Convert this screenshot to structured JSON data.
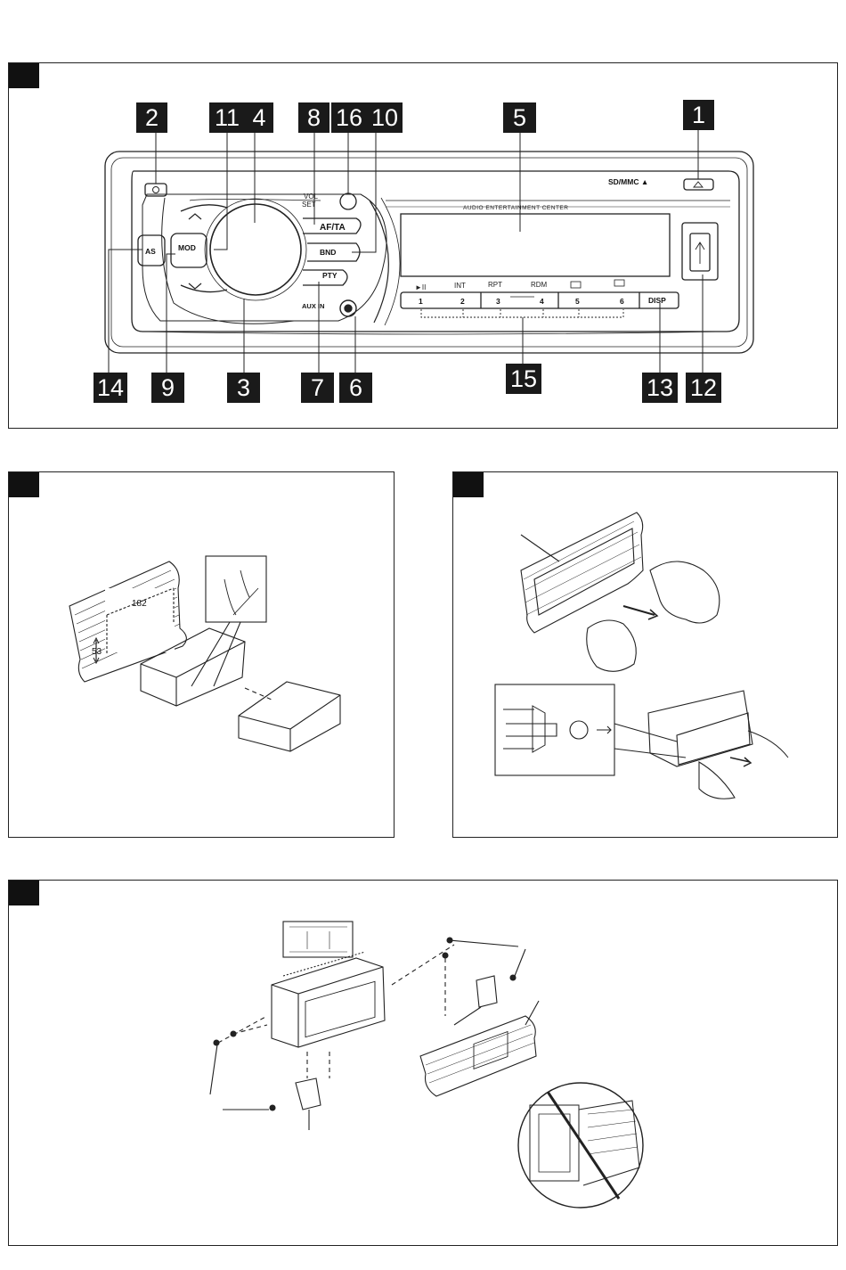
{
  "figure1": {
    "callouts": {
      "c1": "1",
      "c2": "2",
      "c3": "3",
      "c4": "4",
      "c5": "5",
      "c6": "6",
      "c7": "7",
      "c8": "8",
      "c9": "9",
      "c10": "10",
      "c11": "11",
      "c12": "12",
      "c13": "13",
      "c14": "14",
      "c15": "15",
      "c16": "16"
    },
    "labels": {
      "sd_mmc": "SD/MMC ▲",
      "vol": "VOL",
      "set": "SET",
      "af_ta": "AF/TA",
      "bnd": "BND",
      "pty": "PTY",
      "aux_in": "AUX IN",
      "as": "AS",
      "mod": "MOD",
      "disp": "DISP",
      "display_title": "AUDIO ENTERTAINMENT CENTER",
      "play_pause": "►II",
      "int": "INT",
      "rpt": "RPT",
      "rdm": "RDM",
      "k1": "1",
      "k2": "2",
      "k3": "3",
      "k4": "4",
      "k5": "5",
      "k6": "6"
    }
  },
  "figure2": {
    "width_dim": "182",
    "height_dim": "53"
  },
  "colors": {
    "callout_bg": "#1a1a1a",
    "callout_fg": "#ffffff",
    "line": "#222222"
  },
  "icons": [
    "power-icon",
    "eject-icon",
    "usb-icon",
    "up-arrow-icon",
    "down-arrow-icon",
    "folder-up-icon",
    "folder-down-icon"
  ]
}
